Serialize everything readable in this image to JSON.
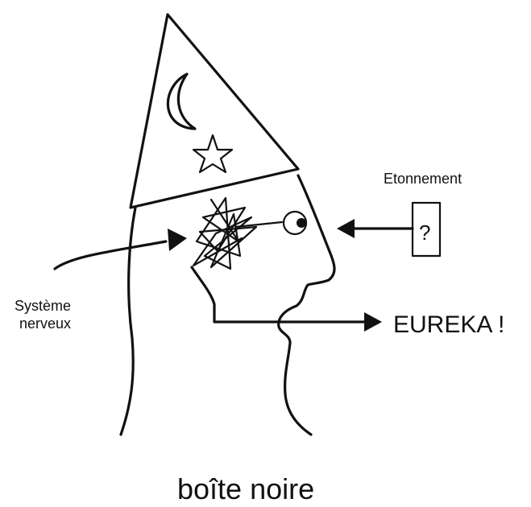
{
  "labels": {
    "surprise": "Etonnement",
    "question_mark": "?",
    "nervous_system_line1": "Système",
    "nervous_system_line2": "nerveux",
    "output": "EUREKA !",
    "caption": "boîte noire"
  },
  "colors": {
    "ink": "#111111",
    "background": "#ffffff"
  }
}
